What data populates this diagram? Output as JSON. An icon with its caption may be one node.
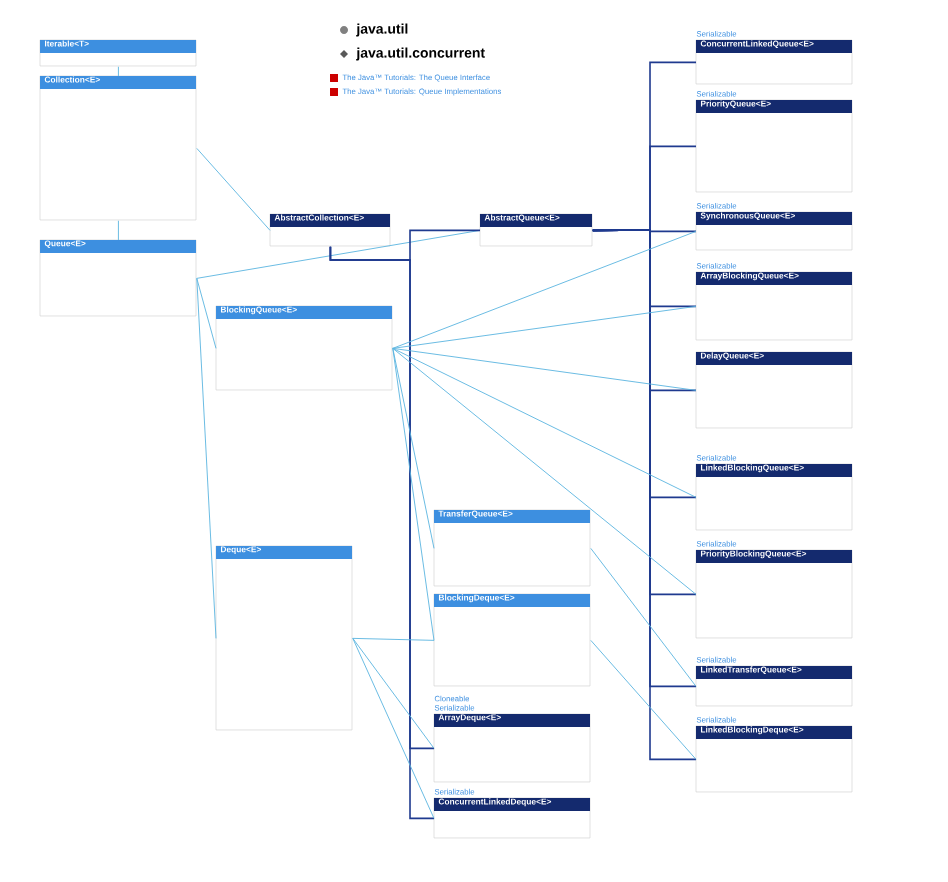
{
  "diagram": {
    "title": "java.util.concurrent",
    "nodes": [
      {
        "text": [
          "Iterable<T>"
        ]
      },
      {
        "text": [
          "Collection<E>"
        ]
      },
      {
        "text": [
          "Queue<E>"
        ]
      },
      {
        "text": [
          "BlockingQueue<E>"
        ]
      },
      {
        "text": [
          "Deque<E>"
        ]
      },
      {
        "text": [
          "AbstractCollection<E>"
        ]
      },
      {
        "text": [
          "AbstractQueue<E>"
        ]
      },
      {
        "text": [
          "TransferQueue<E>"
        ]
      },
      {
        "text": [
          "BlockingDeque<E>"
        ]
      },
      {
        "text": [
          "ArrayDeque<E>"
        ],
        "beside": [
          "Cloneable",
          "Serializable"
        ]
      },
      {
        "text": [
          "ConcurrentLinkedDeque<E>"
        ],
        "beside": [
          "Serializable"
        ]
      },
      {
        "text": [
          "ConcurrentLinkedQueue<E>"
        ],
        "beside": [
          "Serializable"
        ]
      },
      {
        "text": [
          "PriorityQueue<E>"
        ],
        "beside": [
          "Serializable"
        ]
      },
      {
        "text": [
          "SynchronousQueue<E>"
        ],
        "beside": [
          "Serializable"
        ]
      },
      {
        "text": [
          "ArrayBlockingQueue<E>"
        ],
        "beside": [
          "Serializable"
        ]
      },
      {
        "text": [
          "DelayQueue<E>"
        ]
      },
      {
        "text": [
          "LinkedBlockingQueue<E>"
        ],
        "beside": [
          "Serializable"
        ]
      },
      {
        "text": [
          "PriorityBlockingQueue<E>"
        ],
        "beside": [
          "Serializable"
        ]
      },
      {
        "text": [
          "LinkedTransferQueue<E>"
        ],
        "beside": [
          "Serializable"
        ]
      },
      {
        "text": [
          "LinkedBlockingDeque<E>"
        ],
        "beside": [
          "Serializable"
        ]
      }
    ],
    "edges": [
      {
        "from": 0,
        "to": 1,
        "arrow": "none"
      },
      {
        "from": 1,
        "to": 2,
        "arrow": "none"
      },
      {
        "from": 1,
        "to": 5,
        "arrow": "none"
      },
      {
        "from": 2,
        "to": 3,
        "arrow": "none"
      },
      {
        "from": 2,
        "to": 4,
        "arrow": "none"
      },
      {
        "from": 2,
        "to": 6,
        "arrow": "none"
      },
      {
        "from": 5,
        "to": 6,
        "arrow": "none",
        "color": "#1f3a8f"
      },
      {
        "from": 5,
        "to": 9,
        "arrow": "none",
        "color": "#1f3a8f"
      },
      {
        "from": 5,
        "to": 10,
        "arrow": "none",
        "color": "#1f3a8f"
      },
      {
        "from": 6,
        "to": 11,
        "arrow": "none",
        "color": "#1f3a8f"
      },
      {
        "from": 6,
        "to": 12,
        "arrow": "none",
        "color": "#1f3a8f"
      },
      {
        "from": 6,
        "to": 13,
        "arrow": "none",
        "color": "#1f3a8f"
      },
      {
        "from": 6,
        "to": 14,
        "arrow": "none",
        "color": "#1f3a8f"
      },
      {
        "from": 6,
        "to": 15,
        "arrow": "none",
        "color": "#1f3a8f"
      },
      {
        "from": 6,
        "to": 16,
        "arrow": "none",
        "color": "#1f3a8f"
      },
      {
        "from": 6,
        "to": 17,
        "arrow": "none",
        "color": "#1f3a8f"
      },
      {
        "from": 6,
        "to": 18,
        "arrow": "none",
        "color": "#1f3a8f"
      },
      {
        "from": 6,
        "to": 19,
        "arrow": "none",
        "color": "#1f3a8f"
      },
      {
        "from": 3,
        "to": 7,
        "arrow": "none"
      },
      {
        "from": 3,
        "to": 8,
        "arrow": "none"
      },
      {
        "from": 3,
        "to": 13,
        "arrow": "none"
      },
      {
        "from": 3,
        "to": 14,
        "arrow": "none"
      },
      {
        "from": 3,
        "to": 15,
        "arrow": "none"
      },
      {
        "from": 3,
        "to": 16,
        "arrow": "none"
      },
      {
        "from": 3,
        "to": 17,
        "arrow": "none"
      },
      {
        "from": 4,
        "to": 8,
        "arrow": "none"
      },
      {
        "from": 4,
        "to": 9,
        "arrow": "none"
      },
      {
        "from": 4,
        "to": 10,
        "arrow": "none"
      },
      {
        "from": 7,
        "to": 18,
        "arrow": "none"
      },
      {
        "from": 8,
        "to": 19,
        "arrow": "none"
      }
    ],
    "labels": [
      "java.util",
      "The Java™ Tutorials: The Queue Interface",
      "The Java™ Tutorials: Queue Implementations"
    ]
  }
}
